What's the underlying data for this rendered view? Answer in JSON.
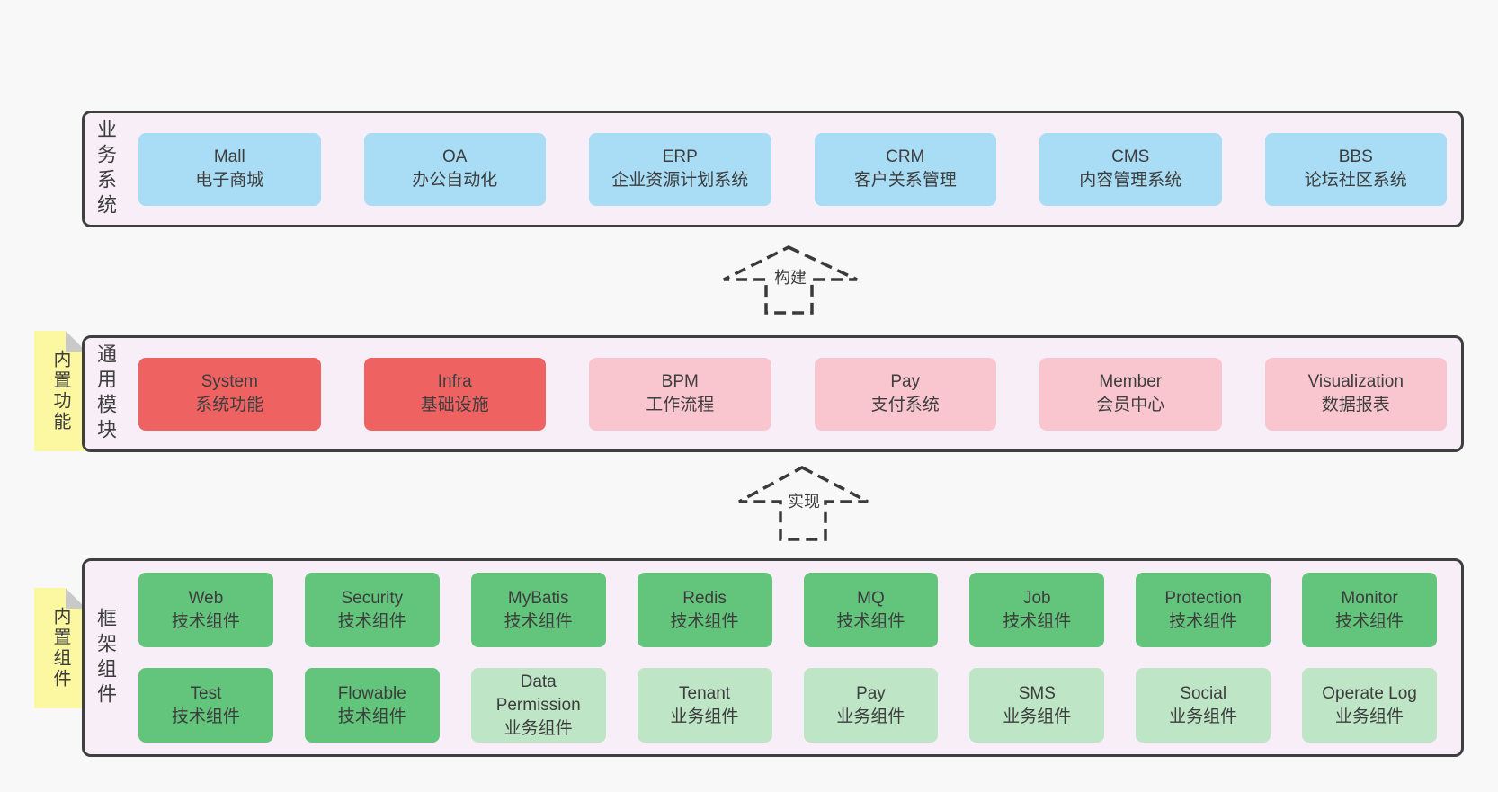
{
  "diagram": {
    "arrows": [
      {
        "label": "构建"
      },
      {
        "label": "实现"
      }
    ],
    "layers": [
      {
        "label": "业务系统",
        "boxes": [
          {
            "name": "Mall",
            "desc": "电子商城",
            "type": "blue"
          },
          {
            "name": "OA",
            "desc": "办公自动化",
            "type": "blue"
          },
          {
            "name": "ERP",
            "desc": "企业资源计划系统",
            "type": "blue"
          },
          {
            "name": "CRM",
            "desc": "客户关系管理",
            "type": "blue"
          },
          {
            "name": "CMS",
            "desc": "内容管理系统",
            "type": "blue"
          },
          {
            "name": "BBS",
            "desc": "论坛社区系统",
            "type": "blue"
          }
        ]
      },
      {
        "label": "通用模块",
        "sticky": "内置功能",
        "boxes": [
          {
            "name": "System",
            "desc": "系统功能",
            "type": "red"
          },
          {
            "name": "Infra",
            "desc": "基础设施",
            "type": "red"
          },
          {
            "name": "BPM",
            "desc": "工作流程",
            "type": "pink"
          },
          {
            "name": "Pay",
            "desc": "支付系统",
            "type": "pink"
          },
          {
            "name": "Member",
            "desc": "会员中心",
            "type": "pink"
          },
          {
            "name": "Visualization",
            "desc": "数据报表",
            "type": "pink"
          }
        ]
      },
      {
        "label": "框架组件",
        "sticky": "内置组件",
        "rows": [
          [
            {
              "name": "Web",
              "desc": "技术组件",
              "type": "green-dark"
            },
            {
              "name": "Security",
              "desc": "技术组件",
              "type": "green-dark"
            },
            {
              "name": "MyBatis",
              "desc": "技术组件",
              "type": "green-dark"
            },
            {
              "name": "Redis",
              "desc": "技术组件",
              "type": "green-dark"
            },
            {
              "name": "MQ",
              "desc": "技术组件",
              "type": "green-dark"
            },
            {
              "name": "Job",
              "desc": "技术组件",
              "type": "green-dark"
            },
            {
              "name": "Protection",
              "desc": "技术组件",
              "type": "green-dark"
            },
            {
              "name": "Monitor",
              "desc": "技术组件",
              "type": "green-dark"
            }
          ],
          [
            {
              "name": "Test",
              "desc": "技术组件",
              "type": "green-dark"
            },
            {
              "name": "Flowable",
              "desc": "技术组件",
              "type": "green-dark"
            },
            {
              "name": "Data Permission",
              "desc": "业务组件",
              "type": "green-light"
            },
            {
              "name": "Tenant",
              "desc": "业务组件",
              "type": "green-light"
            },
            {
              "name": "Pay",
              "desc": "业务组件",
              "type": "green-light"
            },
            {
              "name": "SMS",
              "desc": "业务组件",
              "type": "green-light"
            },
            {
              "name": "Social",
              "desc": "业务组件",
              "type": "green-light"
            },
            {
              "name": "Operate Log",
              "desc": "业务组件",
              "type": "green-light"
            }
          ]
        ]
      }
    ],
    "colors": {
      "page_bg": "#f8f8f8",
      "layer_bg": "#f8eef7",
      "border": "#3f3f3f",
      "blue": "#a9dcf5",
      "red": "#ef6262",
      "pink": "#f9c5ce",
      "green_dark": "#63c47c",
      "green_light": "#bde5c6",
      "sticky_bg": "#fbf8a1",
      "sticky_fold": "#c9c9c9",
      "text": "#3d3d3d"
    }
  }
}
